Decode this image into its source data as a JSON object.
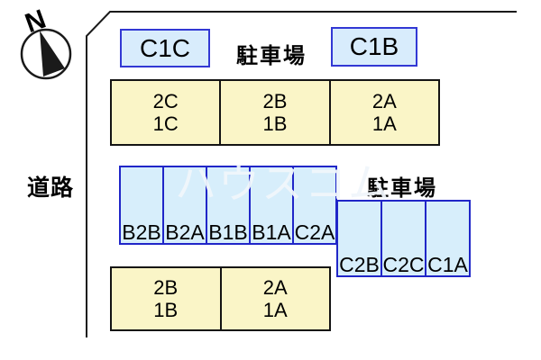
{
  "compass": {
    "north_label": "N"
  },
  "road_label": "道路",
  "watermark": "ハウスコム",
  "parking_area_top": {
    "label": "駐車場",
    "carports": [
      "C1C",
      "C1B"
    ]
  },
  "parking_area_right": {
    "label": "駐車場",
    "stalls": [
      "C2B",
      "C2C",
      "C1A"
    ]
  },
  "parking_stalls_middle": [
    "B2B",
    "B2A",
    "B1B",
    "B1A",
    "C2A"
  ],
  "building_top": {
    "units": [
      {
        "upper": "2C",
        "lower": "1C"
      },
      {
        "upper": "2B",
        "lower": "1B"
      },
      {
        "upper": "2A",
        "lower": "1A"
      }
    ]
  },
  "building_bottom": {
    "units": [
      {
        "upper": "2B",
        "lower": "1B"
      },
      {
        "upper": "2A",
        "lower": "1A"
      }
    ]
  },
  "colors": {
    "stall_fill": "#d7eefb",
    "stall_border": "#2026c8",
    "carport_fill": "#d8ecfc",
    "carport_border": "#3238d4",
    "building_fill": "#faf5c7",
    "building_border": "#141414",
    "boundary_line": "#1a1a1a"
  }
}
